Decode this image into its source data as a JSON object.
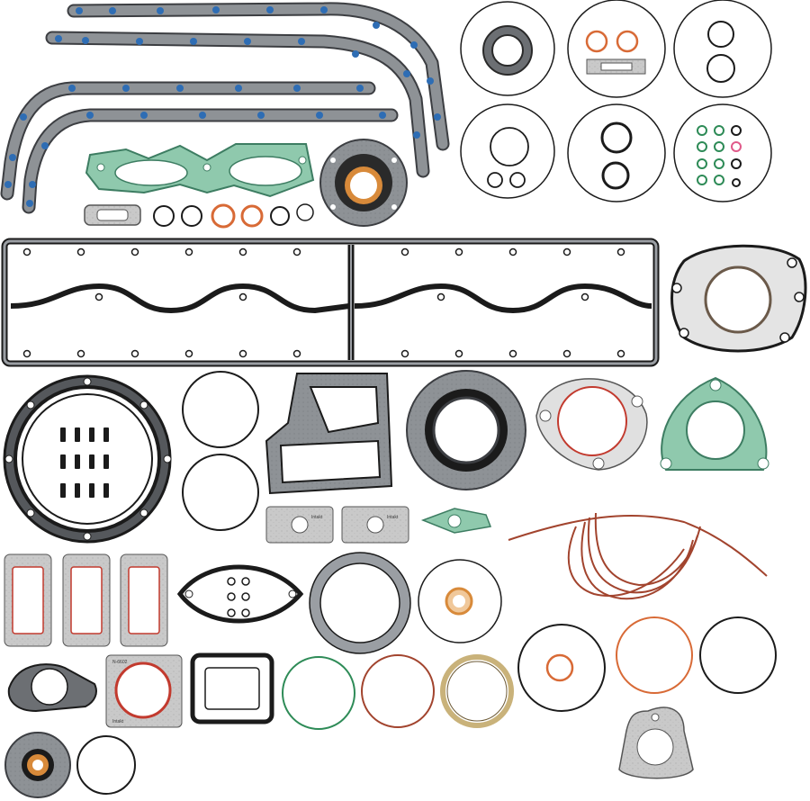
{
  "image": {
    "kind": "product photo",
    "background": "#ffffff"
  },
  "colors": {
    "metal_gasket": "#8e9296",
    "metal_dark": "#3c3e42",
    "blue_bead": "#2e6db4",
    "green_gasket": "#8fc9ad",
    "green_dark": "#3d7d62",
    "copper": "#d86a36",
    "copper_wire": "#a2442e",
    "black_rubber": "#1b1b1b",
    "paper_gasket": "#d9d9d9",
    "red_ring": "#c23a2e",
    "green_oring": "#2e8b57",
    "tan_gasket": "#c9b27a",
    "pink_ring": "#e05a8a"
  },
  "stamps": {
    "brand": "Intakt",
    "part_code": "N-6602"
  }
}
